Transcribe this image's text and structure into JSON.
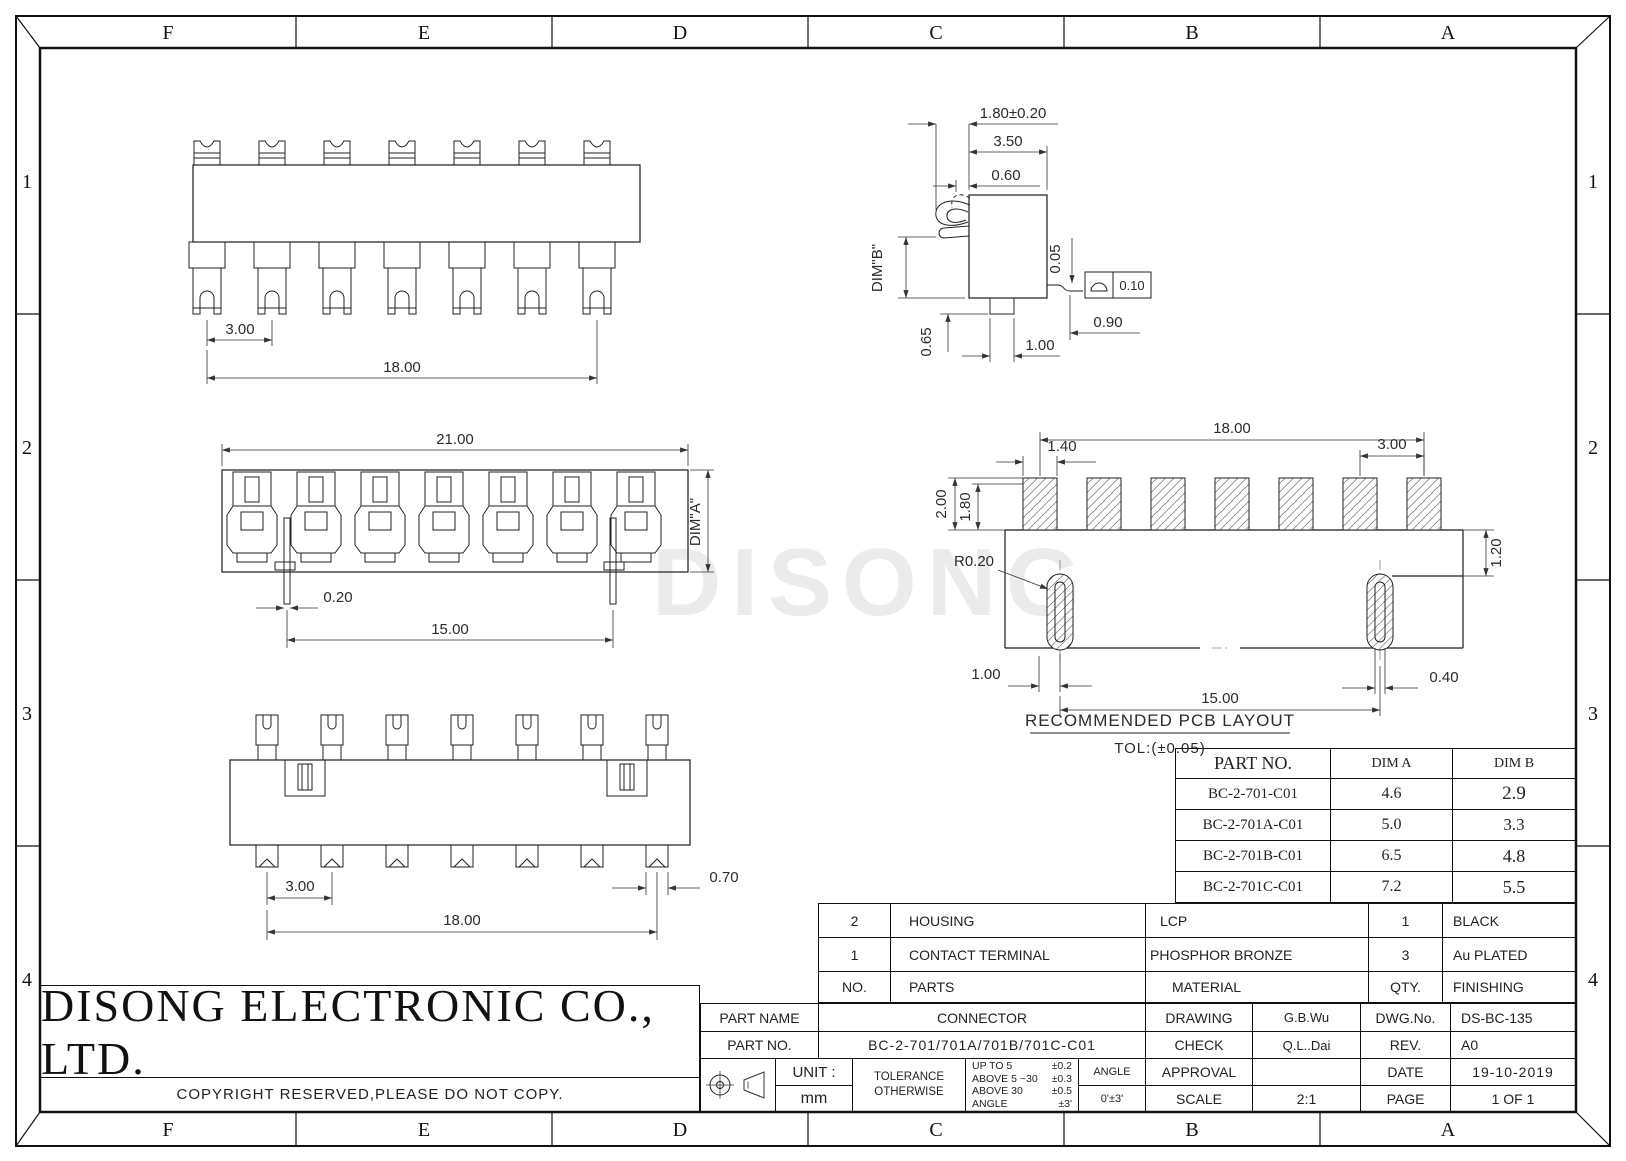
{
  "zones": {
    "top": [
      "F",
      "E",
      "D",
      "C",
      "B",
      "A"
    ],
    "bottom": [
      "F",
      "E",
      "D",
      "C",
      "B",
      "A"
    ],
    "left": [
      "1",
      "2",
      "3",
      "4"
    ],
    "right": [
      "1",
      "2",
      "3",
      "4"
    ]
  },
  "watermark": "DISONG",
  "views": {
    "top": {
      "d_pitch": "3.00",
      "d_span": "18.00"
    },
    "side": {
      "d1": "1.80±0.20",
      "d2": "3.50",
      "d3": "0.60",
      "dim_b": "DIM\"B\"",
      "d4": "0.05",
      "fcf_val": "0.10",
      "d5": "0.90",
      "d6": "0.65",
      "d7": "1.00"
    },
    "front": {
      "d_width": "21.00",
      "dim_a": "DIM\"A\"",
      "d_pin": "0.20",
      "d_span": "15.00"
    },
    "pcb": {
      "d_span": "18.00",
      "d_pad": "1.40",
      "d_pitch": "3.00",
      "d_h1": "2.00",
      "d_h2": "1.80",
      "d_r": "R0.20",
      "d_off": "1.00",
      "d_slot": "0.40",
      "d_span2": "15.00",
      "d_edge": "1.20",
      "caption": "RECOMMENDED PCB LAYOUT",
      "tol": "TOL:(±0.05)"
    },
    "bottom": {
      "d_pitch": "3.00",
      "d_span": "18.00",
      "d_pin": "0.70"
    }
  },
  "part_table": {
    "headers": [
      "PART NO.",
      "DIM A",
      "DIM B"
    ],
    "rows": [
      [
        "BC-2-701-C01",
        "4.6",
        "2.9"
      ],
      [
        "BC-2-701A-C01",
        "5.0",
        "3.3"
      ],
      [
        "BC-2-701B-C01",
        "6.5",
        "4.8"
      ],
      [
        "BC-2-701C-C01",
        "7.2",
        "5.5"
      ]
    ]
  },
  "bom_table": {
    "rows": [
      [
        "2",
        "HOUSING",
        "LCP",
        "1",
        "BLACK"
      ],
      [
        "1",
        "CONTACT TERMINAL",
        "PHOSPHOR BRONZE",
        "3",
        "Au PLATED"
      ]
    ],
    "footer": [
      "NO.",
      "PARTS",
      "MATERIAL",
      "QTY.",
      "FINISHING"
    ]
  },
  "title_block": {
    "company": "DISONG ELECTRONIC CO., LTD.",
    "copyright": "COPYRIGHT RESERVED,PLEASE DO NOT COPY.",
    "part_name_label": "PART NAME",
    "part_name": "CONNECTOR",
    "part_no_label": "PART NO.",
    "part_no": "BC-2-701/701A/701B/701C-C01",
    "drawing_label": "DRAWING",
    "drawing": "G.B.Wu",
    "check_label": "CHECK",
    "check": "Q.L..Dai",
    "approval_label": "APPROVAL",
    "approval": "",
    "dwg_no_label": "DWG.No.",
    "dwg_no": "DS-BC-135",
    "rev_label": "REV.",
    "rev": "A0",
    "date_label": "DATE",
    "date": "19-10-2019",
    "scale_label": "SCALE",
    "scale": "2:1",
    "page_label": "PAGE",
    "page": "1 OF 1",
    "unit_label": "UNIT :",
    "unit": "mm",
    "tolerance": {
      "l1": "TOLERANCE",
      "l2": "OTHERWISE",
      "rows": [
        [
          "UP TO 5",
          "±0.2"
        ],
        [
          "ABOVE 5 ~30",
          "±0.3"
        ],
        [
          "ABOVE 30",
          "±0.5"
        ],
        [
          "ANGLE",
          "±3'"
        ]
      ],
      "angle_label": "ANGLE",
      "angle": "0'±3'"
    }
  }
}
